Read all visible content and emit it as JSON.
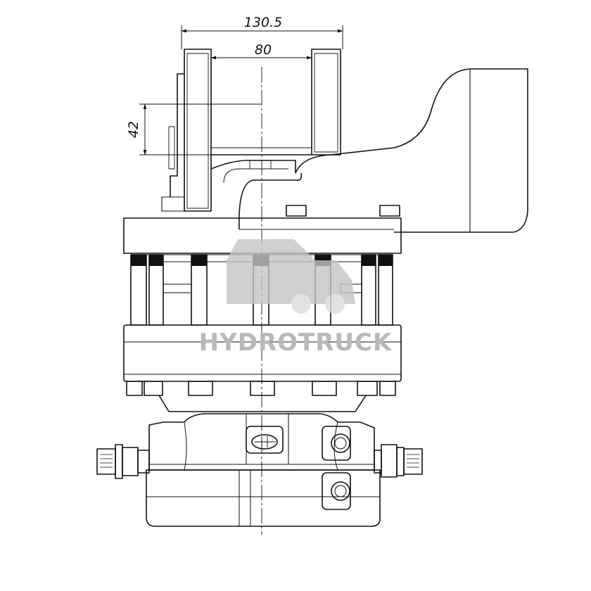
{
  "dimensions": {
    "overall_width": "130.5",
    "inner_width": "80",
    "height": "42"
  },
  "watermark": {
    "text": "HYDROTRUCK"
  },
  "colors": {
    "line": "#111111",
    "watermark": "#b8b8b8",
    "background": "#ffffff"
  }
}
